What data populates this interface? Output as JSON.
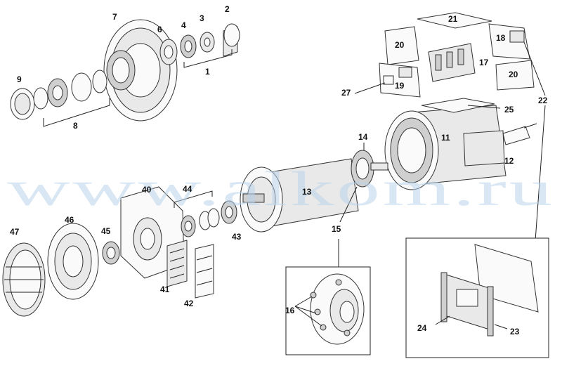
{
  "watermark": "www.alkom.ru",
  "labels": {
    "l1": "1",
    "l2": "2",
    "l3": "3",
    "l4": "4",
    "l6": "6",
    "l7": "7",
    "l8": "8",
    "l9": "9",
    "l11": "11",
    "l12": "12",
    "l13": "13",
    "l14": "14",
    "l15": "15",
    "l16": "16",
    "l17": "17",
    "l18": "18",
    "l19": "19",
    "l20a": "20",
    "l20b": "20",
    "l21": "21",
    "l22": "22",
    "l23": "23",
    "l24": "24",
    "l25": "25",
    "l27": "27",
    "l40": "40",
    "l41": "41",
    "l42": "42",
    "l43": "43",
    "l44": "44",
    "l45": "45",
    "l46": "46",
    "l47": "47"
  },
  "colors": {
    "watermark": "#b9d4ea",
    "line": "#222222",
    "part_fill": "#e9e9e9"
  }
}
